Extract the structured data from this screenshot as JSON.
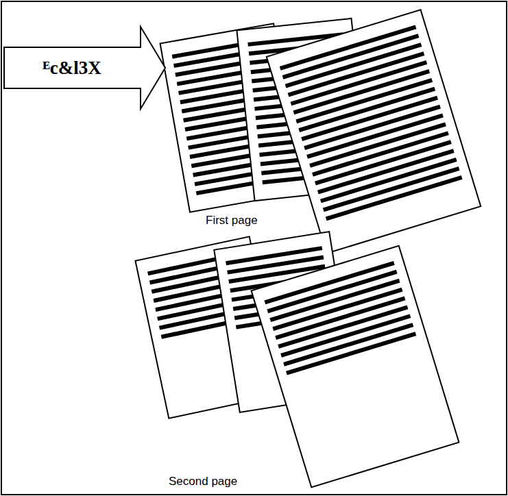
{
  "diagram": {
    "nodes": [
      {
        "text": [
          "ᴱc&l3X"
        ]
      }
    ],
    "labels": [
      "First page",
      "Second page"
    ]
  }
}
